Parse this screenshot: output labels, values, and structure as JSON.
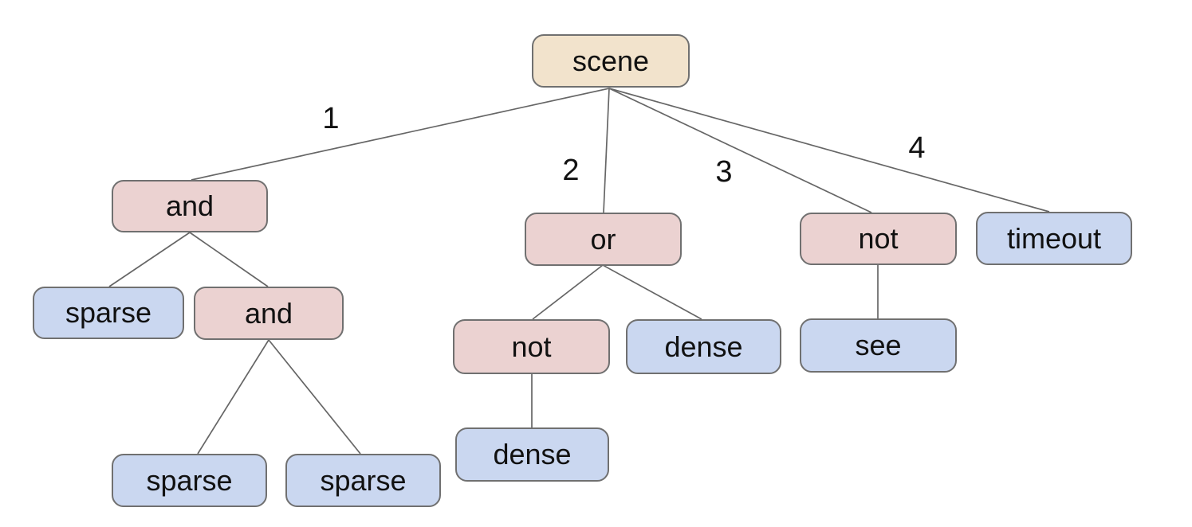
{
  "diagram": {
    "type": "tree",
    "nodes": [
      {
        "id": "scene",
        "label": "scene",
        "role": "root"
      },
      {
        "id": "and-1",
        "label": "and",
        "role": "operator"
      },
      {
        "id": "or-1",
        "label": "or",
        "role": "operator"
      },
      {
        "id": "not-1",
        "label": "not",
        "role": "operator"
      },
      {
        "id": "timeout",
        "label": "timeout",
        "role": "leaf"
      },
      {
        "id": "sparse-1",
        "label": "sparse",
        "role": "leaf"
      },
      {
        "id": "and-2",
        "label": "and",
        "role": "operator"
      },
      {
        "id": "sparse-2",
        "label": "sparse",
        "role": "leaf"
      },
      {
        "id": "sparse-3",
        "label": "sparse",
        "role": "leaf"
      },
      {
        "id": "not-2",
        "label": "not",
        "role": "operator"
      },
      {
        "id": "dense-1",
        "label": "dense",
        "role": "leaf"
      },
      {
        "id": "dense-2",
        "label": "dense",
        "role": "leaf"
      },
      {
        "id": "see",
        "label": "see",
        "role": "leaf"
      }
    ],
    "edges": [
      {
        "from": "scene",
        "to": "and-1",
        "label": "1"
      },
      {
        "from": "scene",
        "to": "or-1",
        "label": "2"
      },
      {
        "from": "scene",
        "to": "not-1",
        "label": "3"
      },
      {
        "from": "scene",
        "to": "timeout",
        "label": "4"
      },
      {
        "from": "and-1",
        "to": "sparse-1",
        "label": ""
      },
      {
        "from": "and-1",
        "to": "and-2",
        "label": ""
      },
      {
        "from": "and-2",
        "to": "sparse-2",
        "label": ""
      },
      {
        "from": "and-2",
        "to": "sparse-3",
        "label": ""
      },
      {
        "from": "or-1",
        "to": "not-2",
        "label": ""
      },
      {
        "from": "or-1",
        "to": "dense-1",
        "label": ""
      },
      {
        "from": "not-2",
        "to": "dense-2",
        "label": ""
      },
      {
        "from": "not-1",
        "to": "see",
        "label": ""
      }
    ],
    "colors": {
      "root_fill": "#f2e3cc",
      "operator_fill": "#ebd2d1",
      "leaf_fill": "#cad7f0",
      "node_border": "#707070",
      "edge_line": "#666666",
      "text": "#111111",
      "background": "#ffffff"
    }
  }
}
